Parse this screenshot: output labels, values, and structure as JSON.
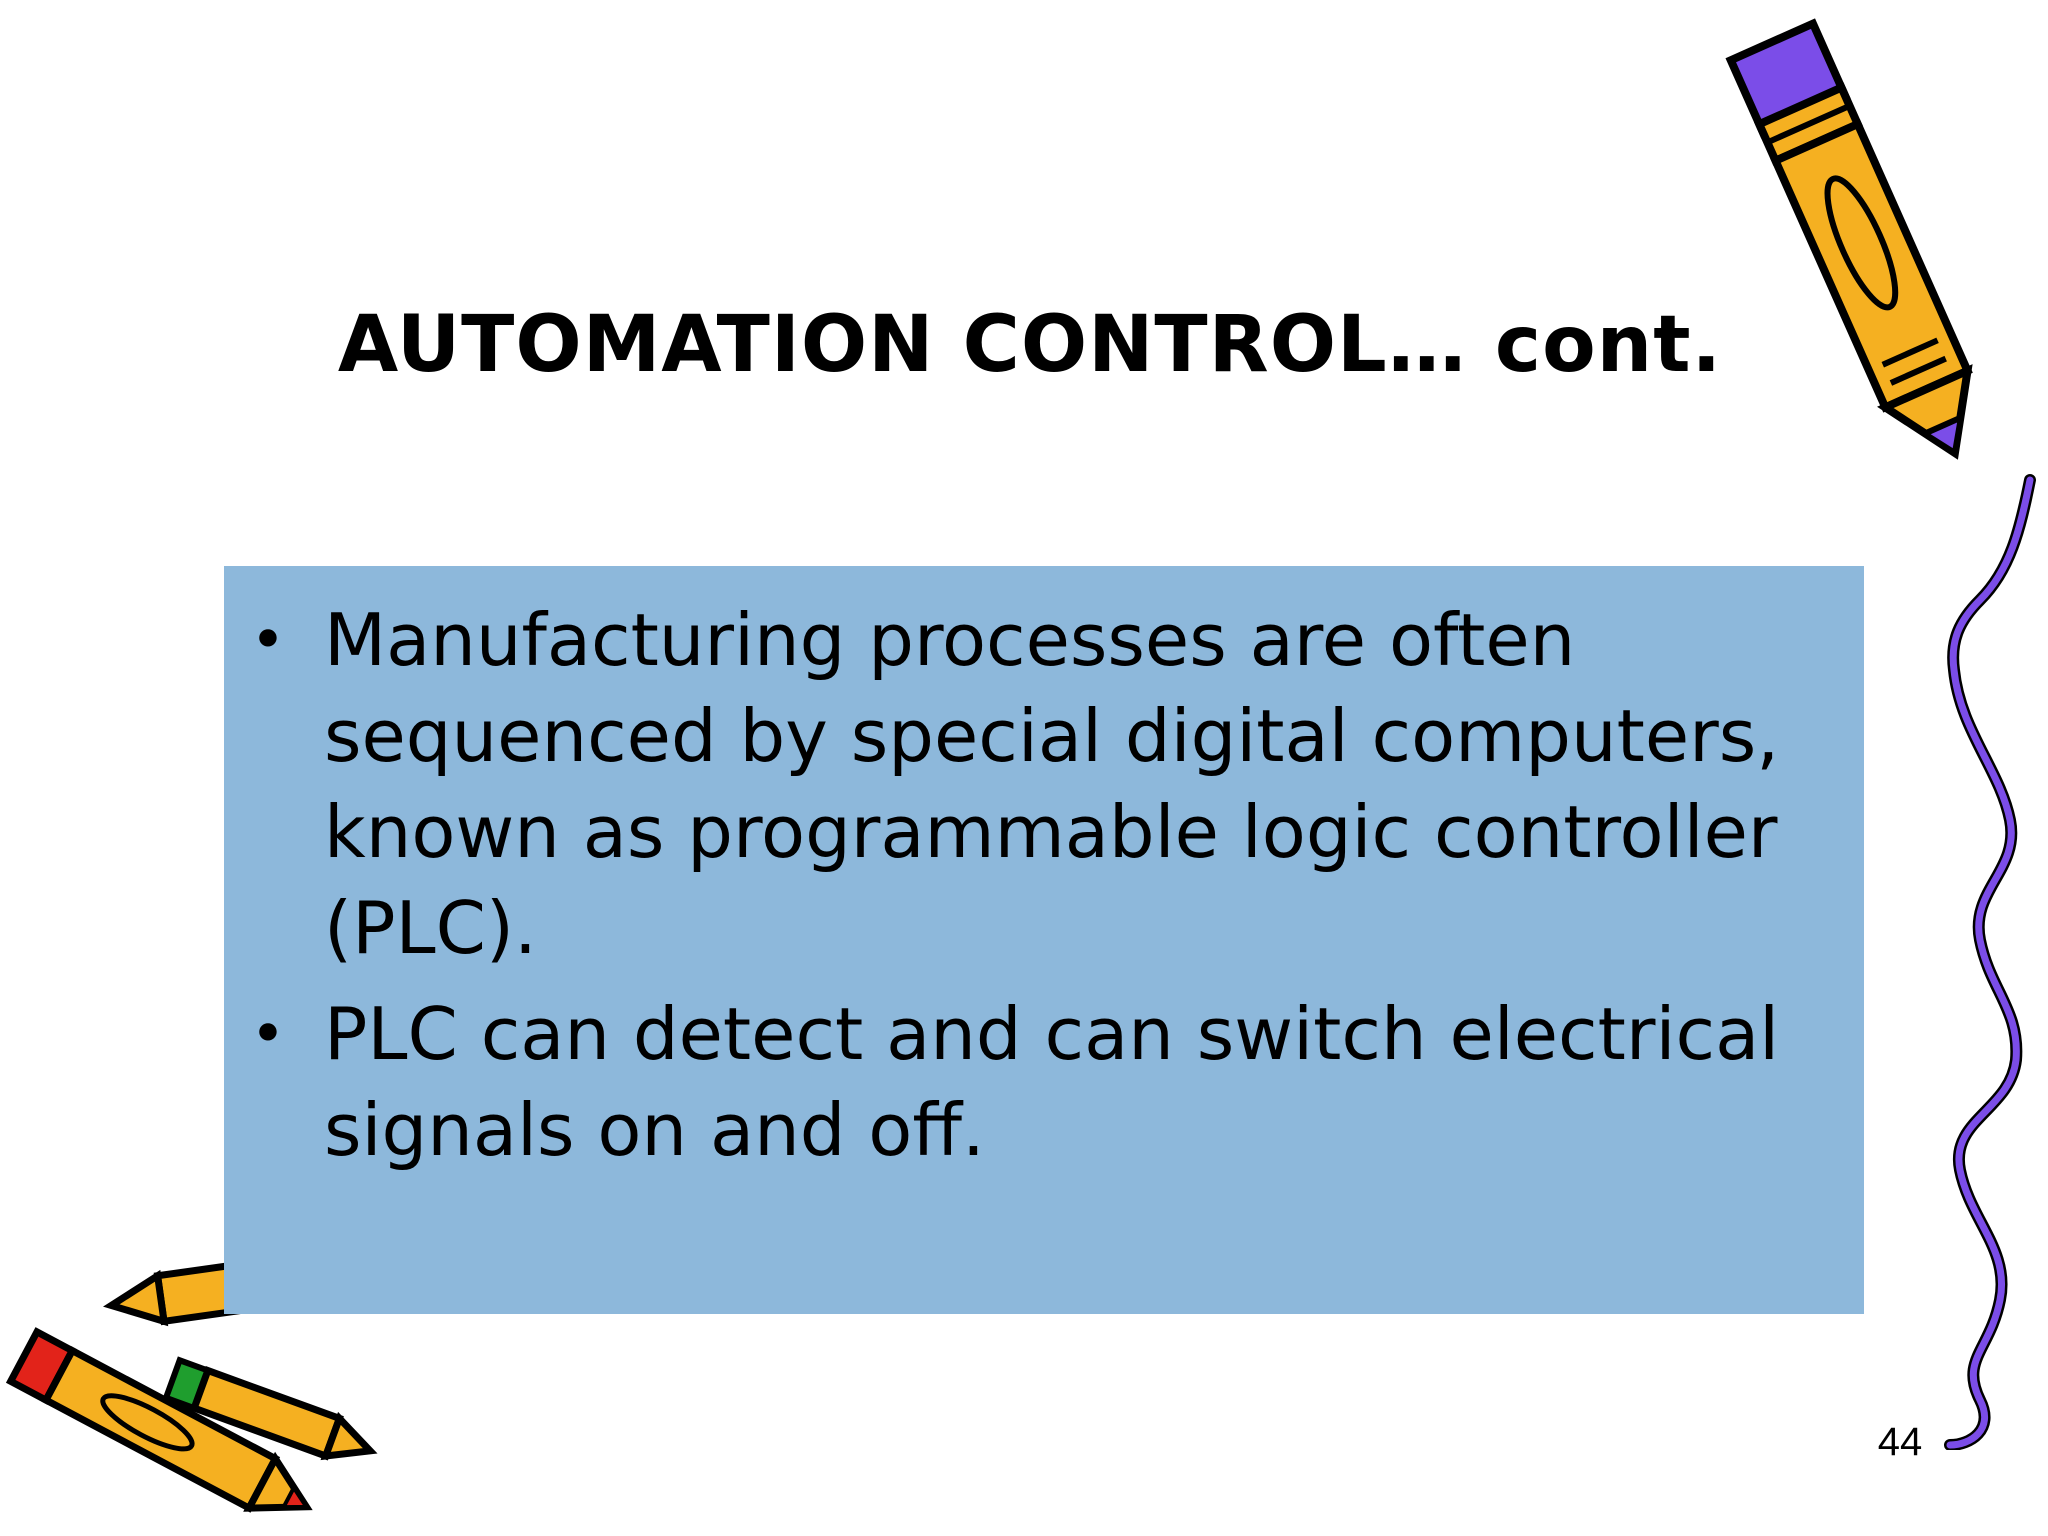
{
  "slide": {
    "title": "AUTOMATION CONTROL… cont.",
    "bullets": [
      "Manufacturing processes are often sequenced by special digital computers, known as programmable logic controller (PLC).",
      "PLC can detect and can switch electrical signals on and off."
    ],
    "bullet_glyph": "•",
    "page_number": "44"
  },
  "colors": {
    "background": "#ffffff",
    "content_box": "#8db8db",
    "pencil_yellow": "#f5b021",
    "pencil_purple": "#7b4de8",
    "pencil_green": "#1f9e2e",
    "pencil_red": "#e2231a",
    "squiggle_purple": "#7b4de8"
  },
  "decorations": {
    "top_right": "pencil-icon",
    "right_edge": "squiggle-line",
    "bottom_left": "pencils-icon"
  }
}
